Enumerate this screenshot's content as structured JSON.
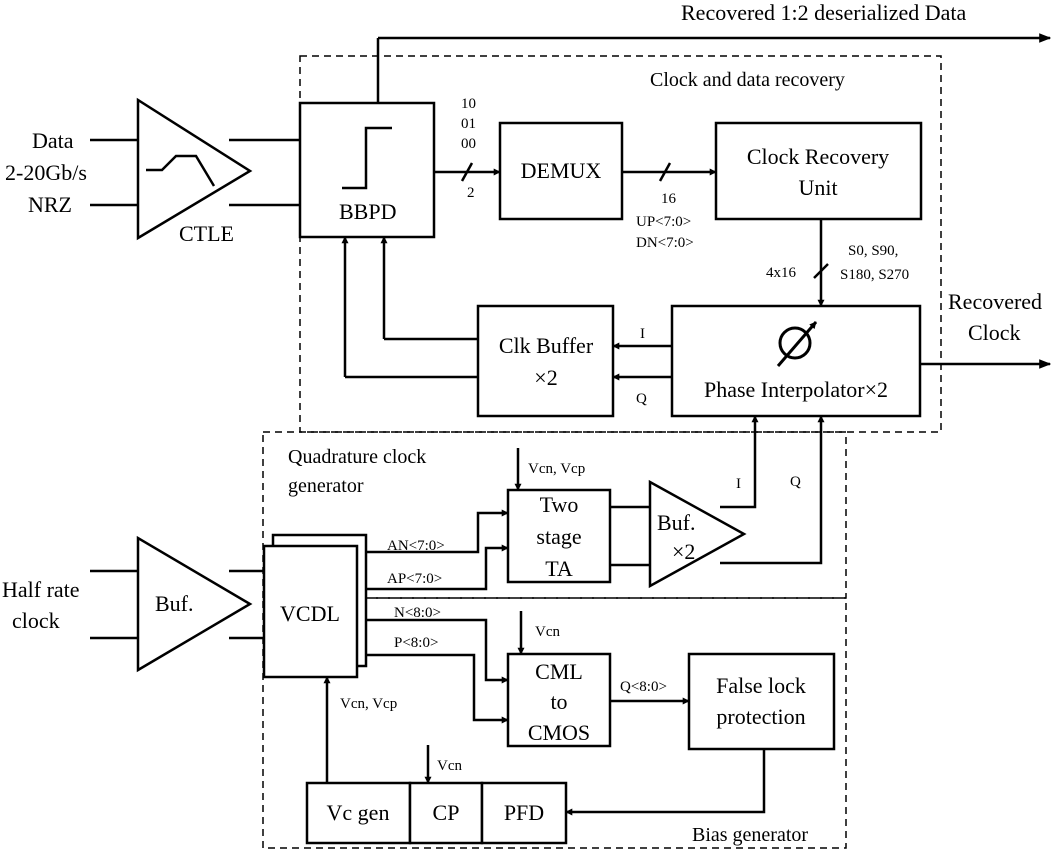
{
  "regions": {
    "cdr": "Clock and data recovery",
    "quad": [
      "Quadrature clock",
      "generator"
    ],
    "bias": "Bias generator"
  },
  "blocks": {
    "ctle": "CTLE",
    "bbpd": "BBPD",
    "demux": "DEMUX",
    "cru": [
      "Clock Recovery",
      "Unit"
    ],
    "clkbuf": [
      "Clk Buffer",
      "×2"
    ],
    "pi": "Phase Interpolator×2",
    "buf": "Buf.",
    "vcdl": "VCDL",
    "ta": [
      "Two",
      "stage",
      "TA"
    ],
    "buf2": [
      "Buf.",
      "×2"
    ],
    "cml": [
      "CML",
      "to",
      "CMOS"
    ],
    "flp": [
      "False lock",
      "protection"
    ],
    "vcgen": "Vc gen",
    "cp": "CP",
    "pfd": "PFD"
  },
  "inputs": {
    "data": [
      "Data",
      "2-20Gb/s",
      "NRZ"
    ],
    "halfrate": [
      "Half rate",
      "clock"
    ]
  },
  "outputs": {
    "data": "Recovered 1:2 deserialized Data",
    "clock": [
      "Recovered",
      "Clock"
    ]
  },
  "signals": {
    "bits": [
      "10",
      "01",
      "00"
    ],
    "bus2": "2",
    "bus16": "16",
    "updn": [
      "UP<7:0>",
      "DN<7:0>"
    ],
    "bus4x16": "4x16",
    "phases": [
      "S0, S90,",
      "S180, S270"
    ],
    "i1": "I",
    "q1": "Q",
    "i2": "I",
    "q2": "Q",
    "an": "AN<7:0>",
    "ap": "AP<7:0>",
    "n": "N<8:0>",
    "p": "P<8:0>",
    "q80": "Q<8:0>",
    "vcnvcp_ta": "Vcn, Vcp",
    "vcn_cml": "Vcn",
    "vcnvcp_vcdl": "Vcn, Vcp",
    "vcn_cp": "Vcn"
  }
}
